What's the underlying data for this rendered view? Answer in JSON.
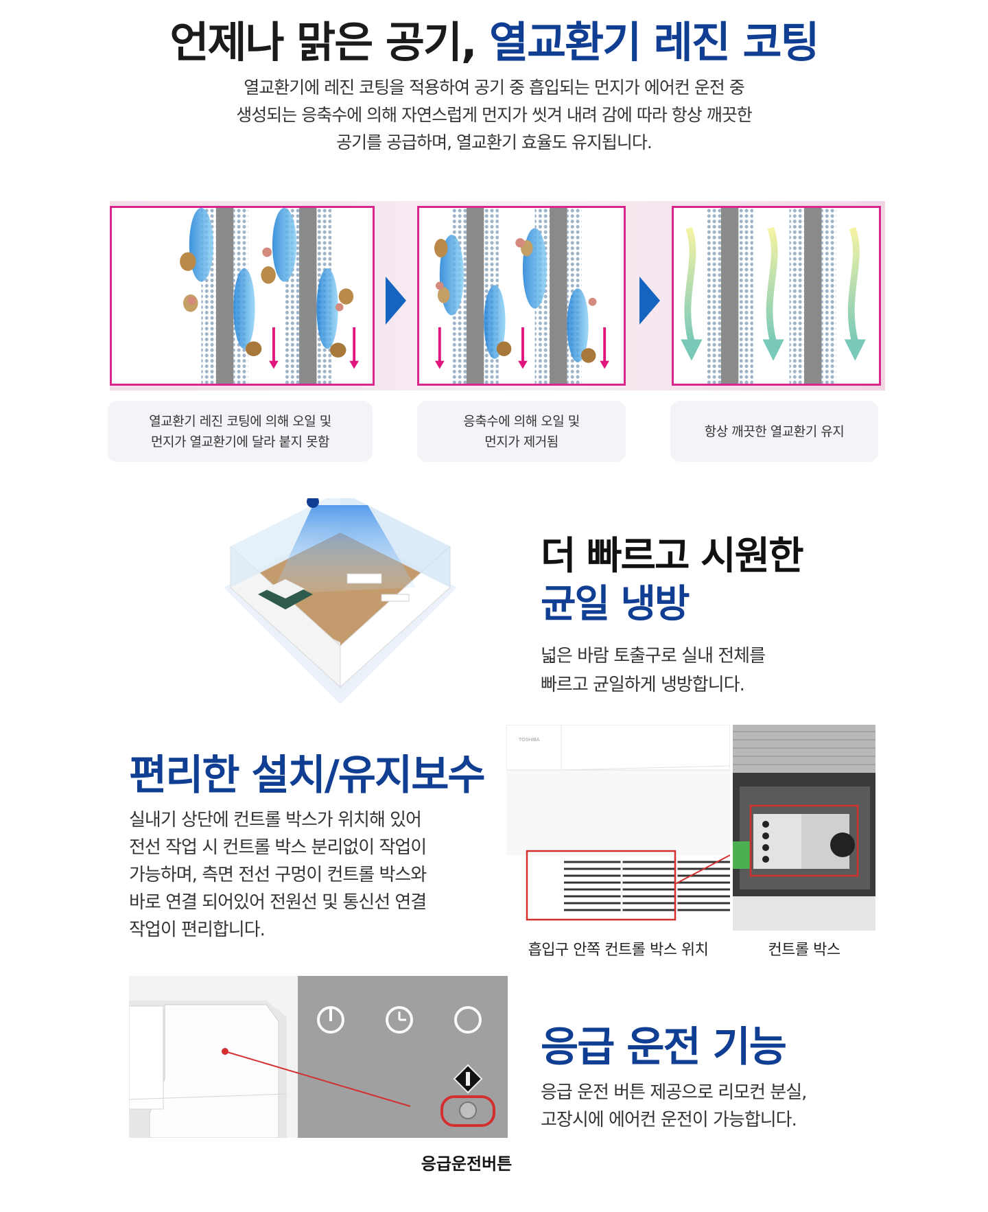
{
  "section1": {
    "title_plain": "언제나 맑은 공기, ",
    "title_highlight": "열교환기 레진 코팅",
    "description": "열교환기에 레진 코팅을 적용하여 공기 중 흡입되는 먼지가 에어컨 운전 중 생성되는 응축수에 의해 자연스럽게 먼지가 씻겨 내려 감에 따라 항상 깨끗한 공기를 공급하며, 열교환기 효율도 유지됩니다.",
    "description_lines": [
      "열교환기에 레진 코팅을 적용하여 공기 중 흡입되는 먼지가 에어컨 운전 중",
      "생성되는 응축수에 의해 자연스럽게 먼지가 씻겨 내려 감에 따라 항상 깨끗한",
      "공기를 공급하며, 열교환기 효율도 유지됩니다."
    ],
    "stages": [
      {
        "caption": "열교환기 레진 코팅에 의해 오일 및\n먼지가 열교환기에 달라 붙지 못함"
      },
      {
        "caption": "응축수에 의해 오일 및\n먼지가 제거됨"
      },
      {
        "caption": "항상 깨끗한 열교환기 유지"
      }
    ],
    "colors": {
      "accent": "#0f3e92",
      "frame": "#d9268c",
      "arrow": "#1565c0"
    }
  },
  "section2": {
    "title_line1": "더 빠르고 시원한",
    "title_line2": "균일 냉방",
    "description": "넓은 바람 토출구로 실내 전체를\n빠르고 균일하게 냉방합니다."
  },
  "section3": {
    "title": "편리한 설치/유지보수",
    "description": "실내기 상단에 컨트롤 박스가 위치해 있어\n전선 작업 시 컨트롤 박스 분리없이 작업이\n가능하며, 측면 전선 구멍이 컨트롤 박스와\n바로 연결 되어있어 전원선 및 통신선 연결\n작업이 편리합니다.",
    "unit_brand": "TOSHIBA",
    "photo_captions": {
      "intake": "흡입구 안쪽 컨트롤 박스 위치",
      "box": "컨트롤 박스"
    }
  },
  "section4": {
    "title": "응급 운전 기능",
    "description": "응급 운전 버튼 제공으로 리모컨 분실,\n고장시에 에어컨 운전이 가능합니다.",
    "photo_caption": "응급운전버튼"
  }
}
